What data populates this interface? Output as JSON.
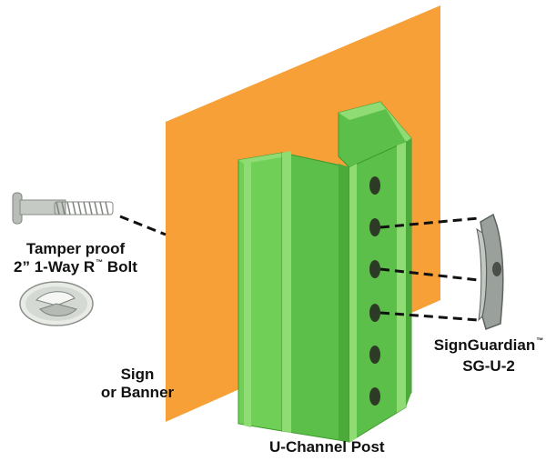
{
  "labels": {
    "bolt_line1": "Tamper proof",
    "bolt_line2": "2” 1-Way R",
    "bolt_line2_tm": "™",
    "bolt_line2_end": " Bolt",
    "sign_line1": "Sign",
    "sign_line2": "or Banner",
    "guardian_line1": "SignGuardian",
    "guardian_line1_tm": "™",
    "guardian_line2": "SG-U-2",
    "post": "U-Channel Post"
  },
  "colors": {
    "sign_orange": "#f7a038",
    "post_green": "#5cbf4a",
    "post_light_green": "#8fdb74",
    "post_dark_green": "#3e9a2e",
    "hardware_gray": "#9aa09b",
    "text": "#111111"
  },
  "post": {
    "hole_count": 6
  }
}
